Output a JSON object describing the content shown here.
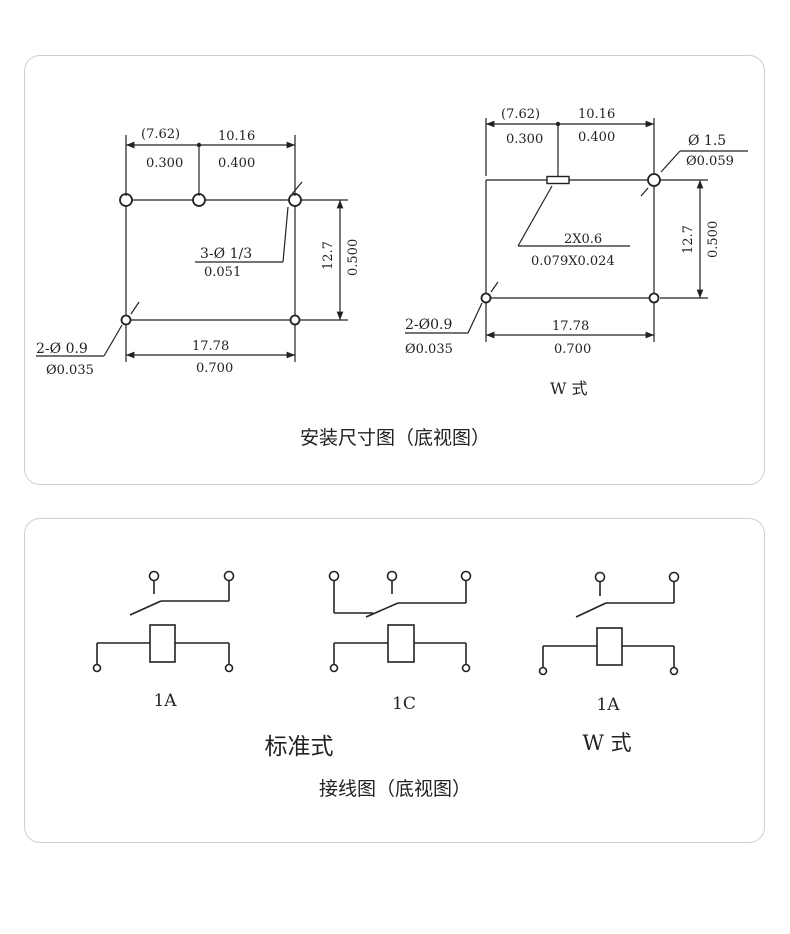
{
  "dims": {
    "std": {
      "top_left": "(7.62)",
      "top_right": "10.16",
      "in_left": "0.300",
      "in_right": "0.400",
      "hole3_top": "3-Ø  1∕3",
      "hole3_bot": "0.051",
      "vert_mm": "12.7",
      "vert_in": "0.500",
      "hole2_top": "2-Ø 0.9",
      "hole2_bot": "Ø0.035",
      "bot_mm": "17.78",
      "bot_in": "0.700"
    },
    "w": {
      "top_left": "(7.62)",
      "top_right": "10.16",
      "in_left": "0.300",
      "in_right": "0.400",
      "hole_top": "Ø 1.5",
      "hole_bot": "Ø0.059",
      "pin_top": "2X0.6",
      "pin_bot": "0.079X0.024",
      "vert_mm": "12.7",
      "vert_in": "0.500",
      "hole2_top": "2-Ø0.9",
      "hole2_bot": "Ø0.035",
      "bot_mm": "17.78",
      "bot_in": "0.700",
      "label": "W 式"
    },
    "caption": "安装尺寸图（底视图）"
  },
  "wiring": {
    "c1a": "1A",
    "c1c": "1C",
    "c1aw": "1A",
    "std_label": "标准式",
    "w_label": "W 式",
    "caption": "接线图（底视图）"
  }
}
